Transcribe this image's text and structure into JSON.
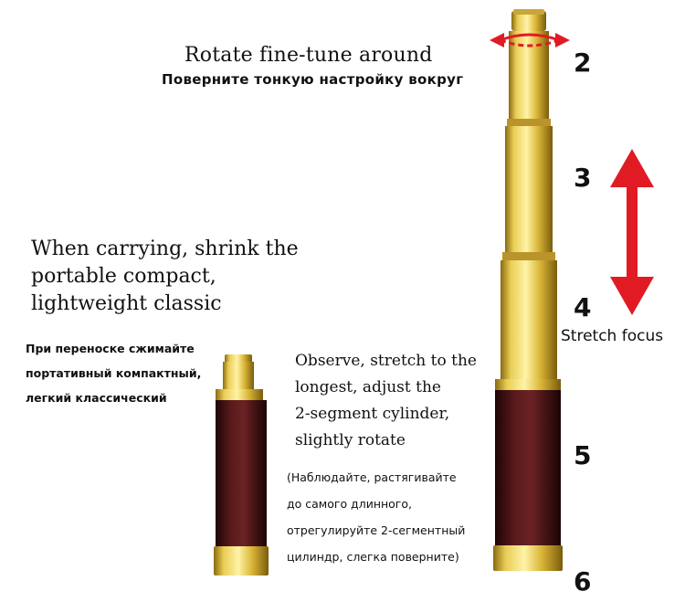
{
  "header": {
    "rotate_en": "Rotate fine-tune around",
    "rotate_ru": "Поверните тонкую настройку вокруг"
  },
  "carrying": {
    "en_lines": [
      "When carrying, shrink the",
      "portable compact,",
      "lightweight classic"
    ],
    "ru_lines": [
      "При переноске сжимайте",
      "портативный компактный,",
      "легкий классический"
    ]
  },
  "observe": {
    "en_lines": [
      "Observe, stretch to the",
      "longest, adjust the",
      "2-segment cylinder,",
      "slightly rotate"
    ],
    "ru_lines": [
      "(Наблюдайте, растягивайте",
      "до самого длинного,",
      "отрегулируйте 2-сегментный",
      "цилиндр, слегка поверните)"
    ]
  },
  "steps": {
    "n2": "2",
    "n3": "3",
    "n4": "4",
    "n5": "5",
    "n6": "6",
    "stretch_label": "Stretch focus"
  },
  "colors": {
    "arrow_red": "#e01b24",
    "gold": "#d8b436",
    "leather": "#4a1214"
  }
}
